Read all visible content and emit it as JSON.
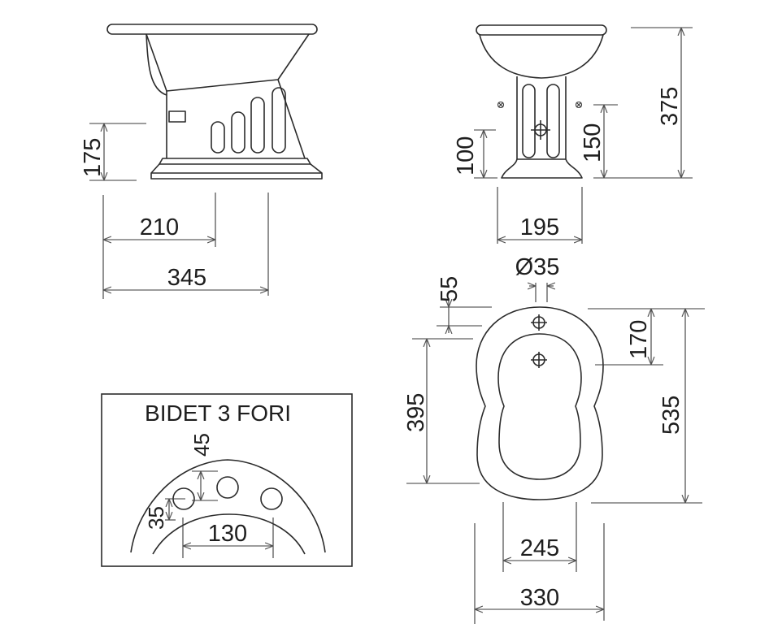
{
  "drawing": {
    "type": "technical-drawing",
    "subject": "bidet",
    "line_color": "#2b2b2b",
    "background": "#ffffff"
  },
  "side_view": {
    "dimensions": {
      "inlet_height": "175",
      "depth_to_inlet": "210",
      "total_depth": "345"
    }
  },
  "front_view": {
    "dimensions": {
      "drain_height": "100",
      "tap_height": "150",
      "total_height": "375",
      "base_width": "195"
    }
  },
  "top_view": {
    "dimensions": {
      "hole_diameter": "Ø35",
      "hole_offset": "55",
      "inner_length": "395",
      "hole_to_bowl": "170",
      "total_length": "535",
      "inner_width": "245",
      "total_width": "330"
    }
  },
  "detail_box": {
    "title": "BIDET 3 FORI",
    "dimensions": {
      "center_hole_offset": "45",
      "side_hole_offset": "35",
      "hole_spacing": "130"
    }
  }
}
